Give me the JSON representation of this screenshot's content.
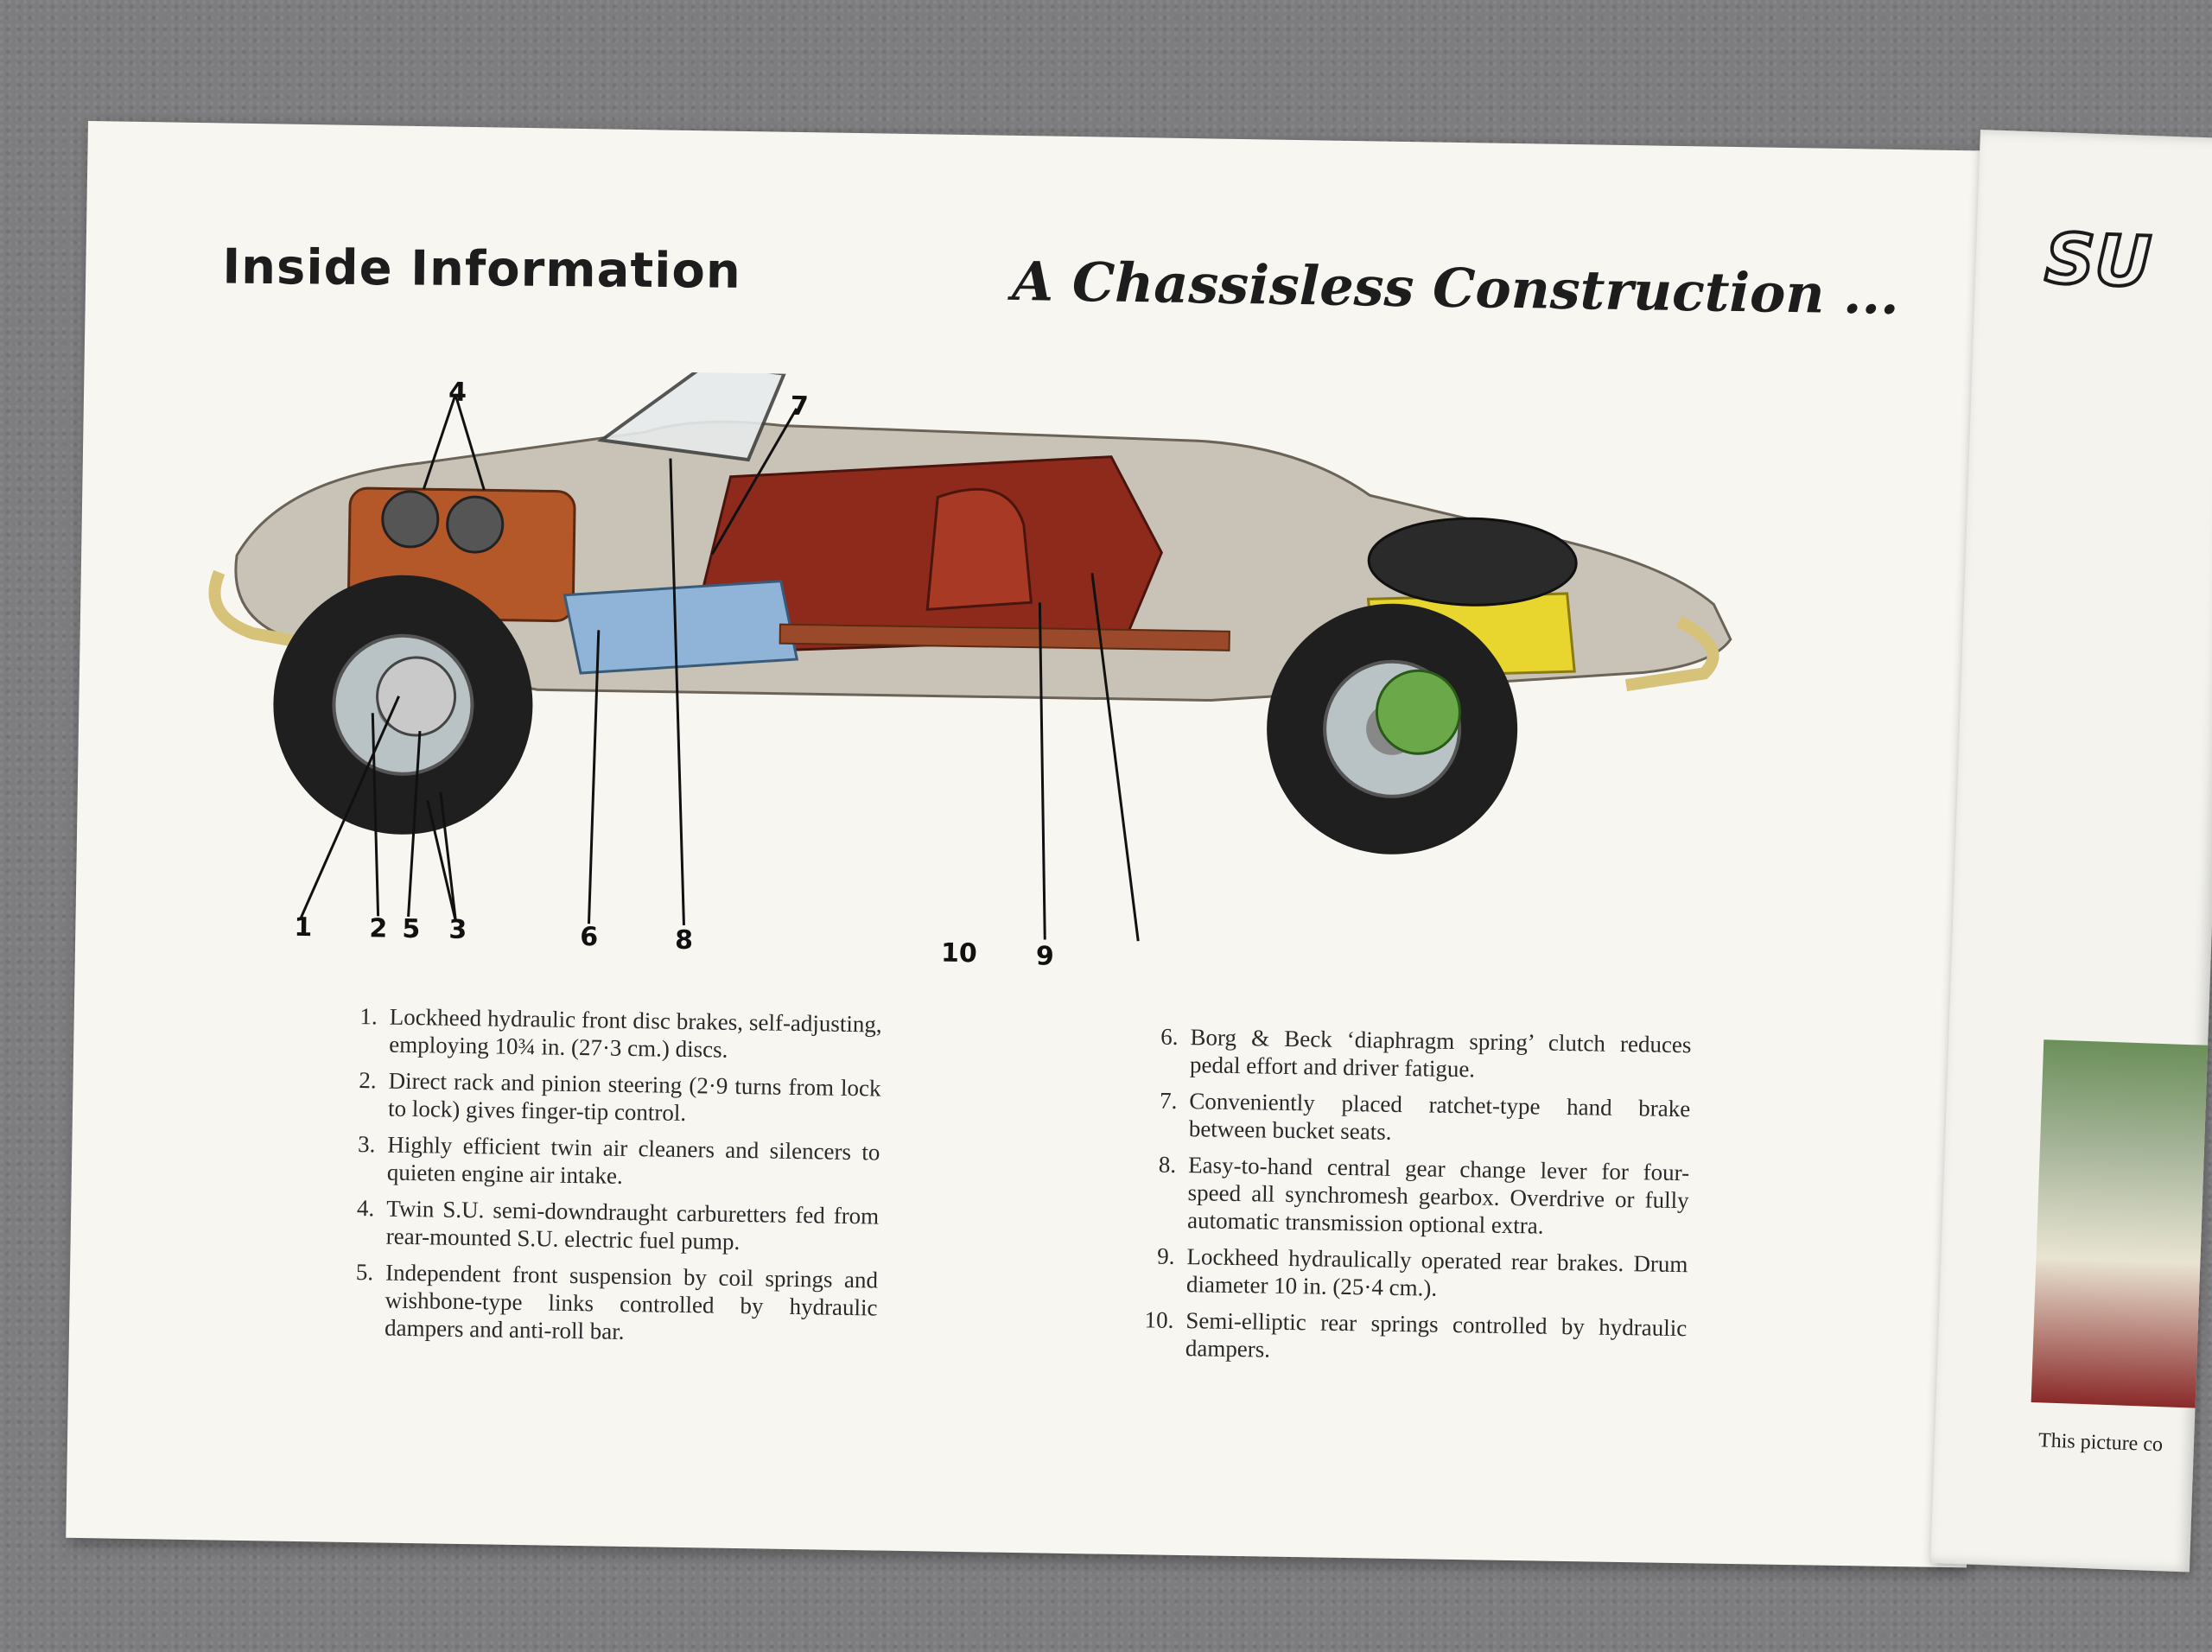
{
  "left_page": {
    "heading": "Inside Information",
    "subheading": "A Chassisless Construction ...",
    "callouts": [
      "1",
      "2",
      "3",
      "4",
      "5",
      "6",
      "7",
      "8",
      "9",
      "10"
    ],
    "features_left": [
      {
        "num": "1.",
        "text": "Lockheed hydraulic front disc brakes, self-adjusting, employing 10¾ in. (27·3 cm.) discs."
      },
      {
        "num": "2.",
        "text": "Direct rack and pinion steering (2·9 turns from lock to lock) gives finger-tip control."
      },
      {
        "num": "3.",
        "text": "Highly efficient twin air cleaners and silencers to quieten engine air intake."
      },
      {
        "num": "4.",
        "text": "Twin S.U. semi-downdraught carburetters fed from rear-mounted S.U. electric fuel pump."
      },
      {
        "num": "5.",
        "text": "Independent front suspension by coil springs and wishbone-type links controlled by hydraulic dampers and anti-roll bar."
      }
    ],
    "features_right": [
      {
        "num": "6.",
        "text": "Borg & Beck ‘diaphragm spring’ clutch reduces pedal effort and driver fatigue."
      },
      {
        "num": "7.",
        "text": "Conveniently placed ratchet-type hand brake between bucket seats."
      },
      {
        "num": "8.",
        "text": "Easy-to-hand central gear change lever for four-speed all synchromesh gearbox. Overdrive or fully automatic transmission optional extra."
      },
      {
        "num": "9.",
        "text": "Lockheed hydraulically operated rear brakes. Drum diameter 10 in. (25·4 cm.)."
      },
      {
        "num": "10.",
        "text": "Semi-elliptic rear springs controlled by hydraulic dampers."
      }
    ]
  },
  "right_page": {
    "brand_fragment": "SU",
    "caption_fragment": "This picture co"
  },
  "colors": {
    "paper": "#f7f6f1",
    "carpet": "#7d7d7f",
    "car_body": "#c9c2b6",
    "interior_red": "#8e2a1c",
    "gearbox_blue": "#8fb4d8",
    "tank_yellow": "#e8d62e"
  }
}
